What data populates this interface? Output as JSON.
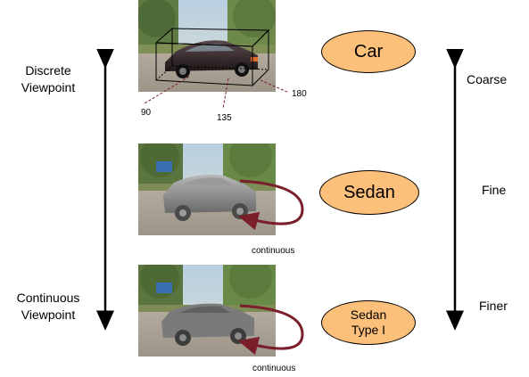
{
  "left_axis": {
    "top_label": "Discrete\nViewpoint",
    "bottom_label": "Continuous\nViewpoint"
  },
  "right_axis": {
    "levels": [
      "Coarse",
      "Fine",
      "Finer"
    ]
  },
  "panels": [
    {
      "category": "Car",
      "render": "photo",
      "angle_labels": [
        "90",
        "135",
        "180"
      ],
      "caption": ""
    },
    {
      "category": "Sedan",
      "render": "grey-3d-model",
      "angle_labels": [],
      "caption": "continuous"
    },
    {
      "category": "Sedan\nType I",
      "render": "grey-3d-model",
      "angle_labels": [],
      "caption": "continuous"
    }
  ],
  "colors": {
    "oval_fill": "#fdc07a",
    "rotation_arrow": "#7a1e2a",
    "dashed_lines": "#7a1e2a"
  }
}
